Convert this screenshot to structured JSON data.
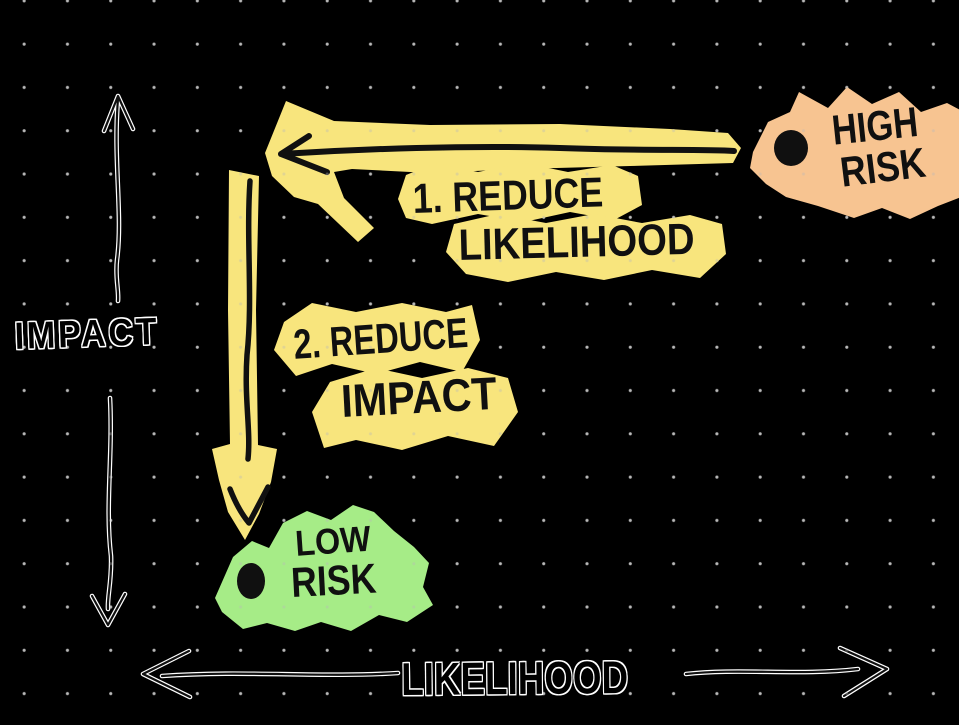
{
  "canvas": {
    "background": "#000000",
    "dot_color": "#b8b8b8"
  },
  "colors": {
    "marker_yellow": "#f8e57d",
    "marker_orange": "#f7c491",
    "marker_green": "#a6ec87",
    "ink": "#101010",
    "halo": "#ffffff"
  },
  "axes": {
    "y_label": "IMPACT",
    "x_label": "LIKELIHOOD"
  },
  "labels": {
    "step1": {
      "line1": "1. REDUCE",
      "line2": "LIKELIHOOD"
    },
    "step2": {
      "line1": "2. REDUCE",
      "line2": "IMPACT"
    }
  },
  "nodes": {
    "high_risk": {
      "line1": "HIGH",
      "line2": "RISK"
    },
    "low_risk": {
      "line1": "LOW",
      "line2": "RISK"
    }
  }
}
